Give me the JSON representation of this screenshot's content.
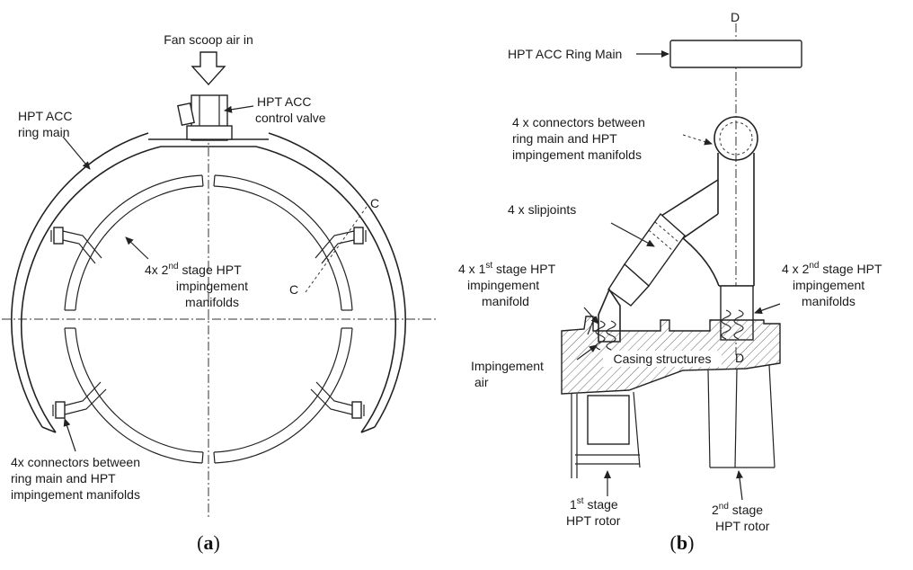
{
  "panel_a": {
    "fan_scoop": "Fan scoop air in",
    "ring_main_1": "HPT ACC",
    "ring_main_2": "ring main",
    "control_valve_1": "HPT ACC",
    "control_valve_2": "control valve",
    "section_c_top": "C",
    "section_c_bottom": "C",
    "manifolds_1_pre": "4x 2",
    "manifolds_1_sup": "nd",
    "manifolds_1_post": " stage HPT",
    "manifolds_2": "impingement",
    "manifolds_3": "manifolds",
    "connectors_1": "4x connectors between",
    "connectors_2": "ring main and HPT",
    "connectors_3": "impingement manifolds",
    "caption_open": "(",
    "caption_letter": "a",
    "caption_close": ")"
  },
  "panel_b": {
    "section_d_top": "D",
    "section_d_mid": "D",
    "ring_main": "HPT ACC Ring Main",
    "connectors_1": "4 x connectors between",
    "connectors_2": "ring main and HPT",
    "connectors_3": "impingement manifolds",
    "slipjoints": "4 x slipjoints",
    "first_stage_1_pre": "4 x 1",
    "first_stage_1_sup": "st",
    "first_stage_1_post": " stage HPT",
    "first_stage_2": "impingement",
    "first_stage_3": "manifold",
    "second_stage_1_pre": "4 x 2",
    "second_stage_1_sup": "nd",
    "second_stage_1_post": " stage HPT",
    "second_stage_2": "impingement",
    "second_stage_3": "manifolds",
    "impingement_air_1": "Impingement",
    "impingement_air_2": "air",
    "casing": "Casing structures",
    "rotor1_1_pre": "1",
    "rotor1_1_sup": "st",
    "rotor1_1_post": " stage",
    "rotor1_2": "HPT rotor",
    "rotor2_1_pre": "2",
    "rotor2_1_sup": "nd",
    "rotor2_1_post": " stage",
    "rotor2_2": "HPT rotor",
    "caption_open": "(",
    "caption_letter": "b",
    "caption_close": ")"
  }
}
